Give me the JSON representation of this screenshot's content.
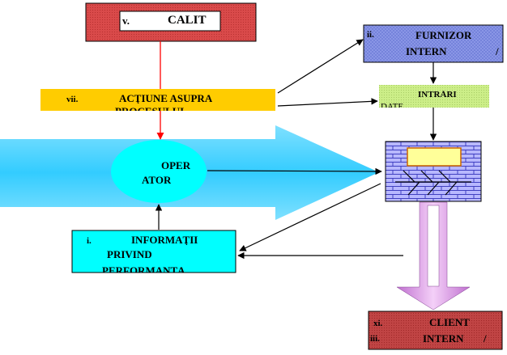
{
  "boxes": {
    "calit": {
      "prefix": "v.",
      "label": "CALIT"
    },
    "furnizor": {
      "prefix": "ii.",
      "line1": "FURNIZOR",
      "line2": "INTERN",
      "suffix": "/"
    },
    "actiune": {
      "prefix": "vii.",
      "line1": "ACŢIUNE ASUPRA",
      "line2": "PROCESULUI"
    },
    "intrari": {
      "line1": "INTRĂRI",
      "line2": "DATE"
    },
    "operator": {
      "line1": "OPER",
      "line2": "ATOR"
    },
    "informatii": {
      "prefix": "i.",
      "line1": "INFORMAŢII",
      "line2": "PRIVIND",
      "line3": "PERFORMANŢA"
    },
    "client": {
      "prefix1": "xi.",
      "line1": "CLIENT",
      "prefix2": "iii.",
      "line2": "INTERN",
      "suffix": "/"
    }
  },
  "colors": {
    "calit_fill": "#d94a4a",
    "furnizor_fill": "#8a96e6",
    "actiune_fill": "#ffcc00",
    "intrari_fill": "#ccee88",
    "big_arrow": "#33ccff",
    "operator_fill": "#00ffff",
    "process_brick": "#9999ff",
    "informatii_fill": "#00ffff",
    "client_fill": "#c04444",
    "down_arrow": "#e8a8f0",
    "red_line": "#ff0000"
  }
}
